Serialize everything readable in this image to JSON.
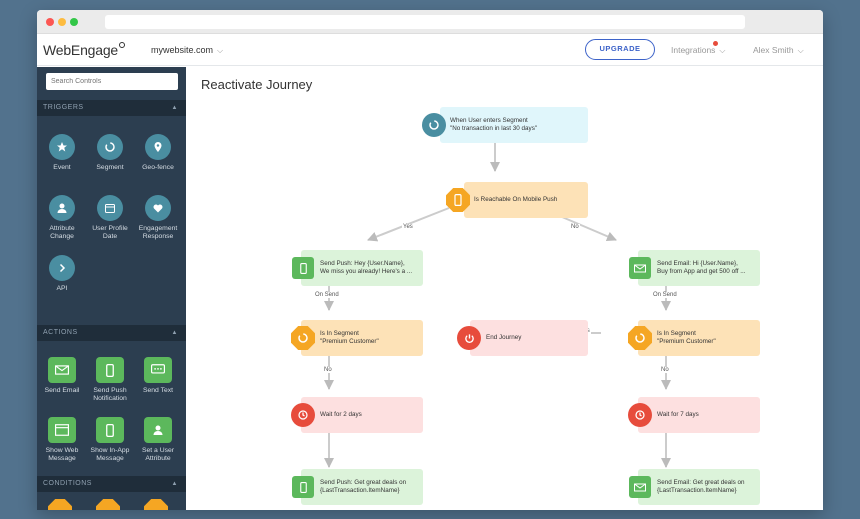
{
  "header": {
    "logo": "WebEngage",
    "site": "mywebsite.com",
    "upgrade": "UPGRADE",
    "integrations": "Integrations",
    "user": "Alex Smith"
  },
  "sidebar": {
    "search_placeholder": "Search Controls",
    "triggers_title": "TRIGGERS",
    "triggers": [
      "Event",
      "Segment",
      "Geo-fence",
      "Attribute Change",
      "User Profile Date",
      "Engagement Response",
      "API"
    ],
    "actions_title": "ACTIONS",
    "actions": [
      "Send Email",
      "Send Push Notification",
      "Send Text",
      "Show Web Message",
      "Show In-App Message",
      "Set a User Attribute"
    ],
    "conditions_title": "CONDITIONS"
  },
  "main": {
    "title": "Reactivate Journey",
    "nodes": {
      "trigger": [
        "When User enters Segment",
        "\"No transaction in last 30 days\""
      ],
      "reachable": "Is Reachable On Mobile Push",
      "push1": [
        "Send Push: Hey {User.Name},",
        "We miss you already! Here's a ..."
      ],
      "email1": [
        "Send Email: Hi {User.Name},",
        "Buy from App and get 500 off ..."
      ],
      "seg_left": [
        "Is In Segment",
        "\"Premium Customer\""
      ],
      "end": "End Journey",
      "seg_right": [
        "Is In Segment",
        "\"Premium Customer\""
      ],
      "wait_left": "Wait for 2 days",
      "wait_right": "Wait for 7 days",
      "push2": [
        "Send Push: Get great deals on",
        "{LastTransaction.ItemName}"
      ],
      "email2": [
        "Send Email:  Get great deals on",
        "{LastTransaction.ItemName}"
      ]
    },
    "edges": {
      "yes": "Yes",
      "no": "No",
      "on_send": "On Send"
    }
  },
  "colors": {
    "sidebar_bg": "#2c3e50",
    "accent": "#3d63c9",
    "trigger_icon": "#4a8ea1",
    "action_green": "#5cb85c",
    "condition_orange": "#f5a623",
    "end_red": "#e74c3c"
  }
}
